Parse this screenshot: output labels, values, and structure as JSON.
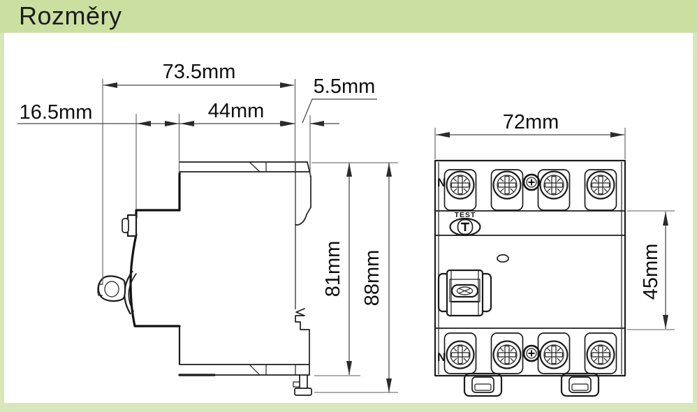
{
  "banner": {
    "title": "Rozměry"
  },
  "colors": {
    "banner_green": "#cbdfa0",
    "frame_green": "#d8e6ba",
    "paper": "#ffffff",
    "line": "#1d1d1d",
    "dimension": "#474747"
  },
  "side_view": {
    "dim_total_width": "73.5mm",
    "dim_front_offset": "16.5mm",
    "dim_body_depth": "44mm",
    "dim_rail_clearance": "5.5mm",
    "dim_body_height": "81mm",
    "dim_total_height": "88mm"
  },
  "front_view": {
    "dim_width": "72mm",
    "dim_face_height": "45mm",
    "terminal_label_top": "N",
    "terminal_label_bottom": "N",
    "test_button_label": "TEST"
  }
}
